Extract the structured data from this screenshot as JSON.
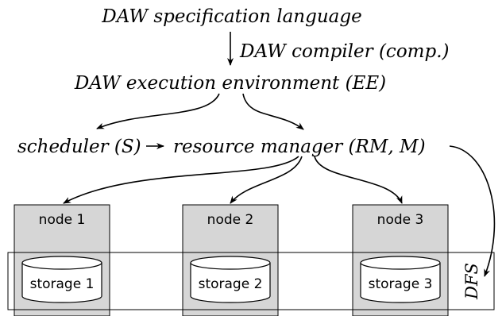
{
  "spec_language": "DAW specification language",
  "compiler": "DAW compiler (comp.)",
  "execution_env": "DAW execution environment (EE)",
  "scheduler": "scheduler (S)",
  "resource_manager": "resource manager (RM, M)",
  "nodes": [
    {
      "label": "node 1",
      "storage": "storage 1"
    },
    {
      "label": "node 2",
      "storage": "storage 2"
    },
    {
      "label": "node 3",
      "storage": "storage 3"
    }
  ],
  "dfs": "DFS"
}
